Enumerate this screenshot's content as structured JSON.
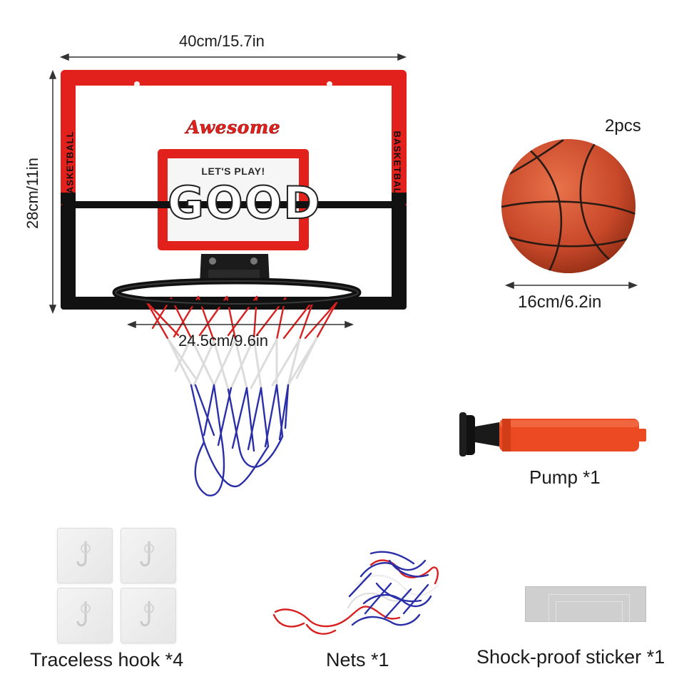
{
  "dimensions": {
    "width": "40cm/15.7in",
    "height": "28cm/11in",
    "rim": "24.5cm/9.6in",
    "ball": "16cm/6.2in"
  },
  "backboard": {
    "side_text_left": "BASKETBALL",
    "side_text_right": "BASKETBALL",
    "brand": "Awesome",
    "tagline": "LET'S PLAY!",
    "big_word": "GOOD"
  },
  "ball": {
    "quantity": "2pcs"
  },
  "items": {
    "pump": "Pump *1",
    "hooks": "Traceless hook *4",
    "nets": "Nets *1",
    "sticker": "Shock-proof sticker *1"
  },
  "colors": {
    "red": "#e3211c",
    "black": "#111111",
    "ball_orange": "#d2542e",
    "net_blue": "#2a2fa8",
    "pump_orange": "#ec4a23"
  }
}
